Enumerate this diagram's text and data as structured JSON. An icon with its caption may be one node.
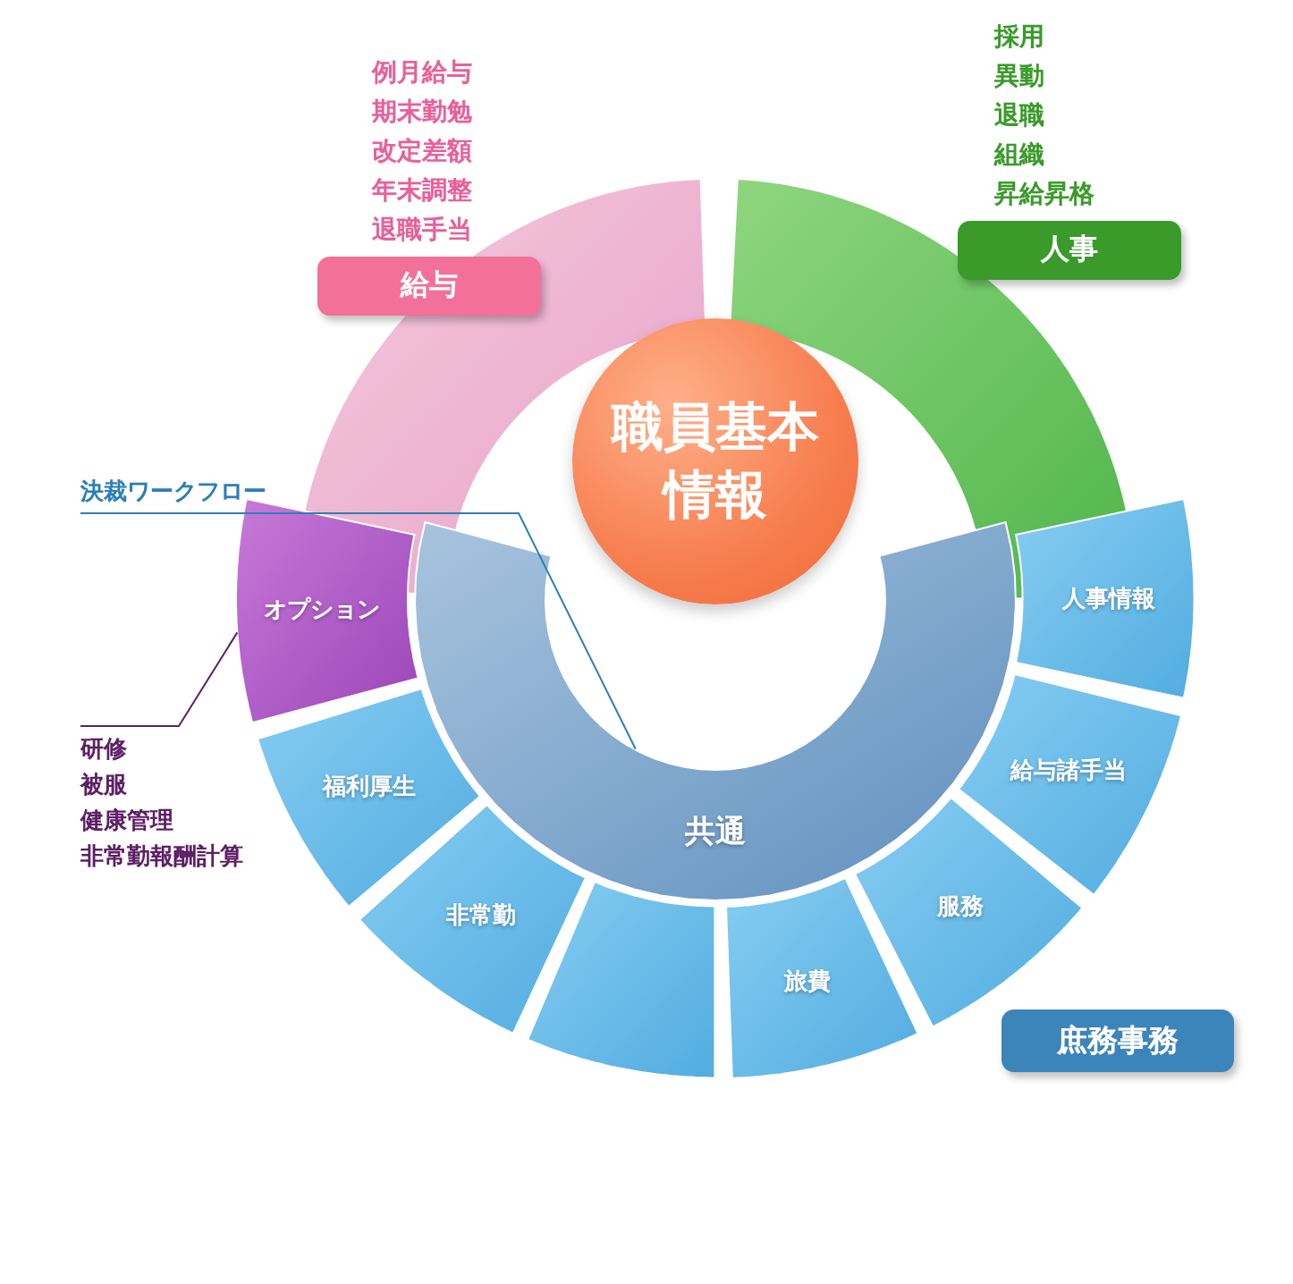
{
  "diagram": {
    "nodes": [
      {
        "text": [
          "職員基本情報"
        ]
      },
      {
        "text": [
          "給与"
        ],
        "beside": [
          "例月給与",
          "期末勤勉",
          "改定差額",
          "年末調整",
          "退職手当"
        ]
      },
      {
        "text": [
          "人事"
        ],
        "beside": [
          "採用",
          "異動",
          "退職",
          "組織",
          "昇給昇格"
        ]
      },
      {
        "text": [
          "共通"
        ]
      },
      {
        "text": [
          "庶務事務"
        ]
      },
      {
        "text": [
          "人事情報"
        ]
      },
      {
        "text": [
          "給与諸手当"
        ]
      },
      {
        "text": [
          "服務"
        ]
      },
      {
        "text": [
          "旅費"
        ]
      },
      {
        "text": [],
        "shape": "box"
      },
      {
        "text": [
          "非常勤"
        ]
      },
      {
        "text": [
          "福利厚生"
        ]
      },
      {
        "text": [
          "オプション"
        ]
      },
      {
        "text": [
          "決裁ワークフロー"
        ]
      },
      {
        "text": [
          "研修",
          "被服",
          "健康管理",
          "非常勤報酬計算"
        ]
      }
    ],
    "edges": [
      {
        "from": 13,
        "to": 3,
        "arrow": "none",
        "color": "#2d7fb5"
      },
      {
        "from": 14,
        "to": 12,
        "arrow": "none",
        "color": "#5d1f66"
      }
    ]
  }
}
